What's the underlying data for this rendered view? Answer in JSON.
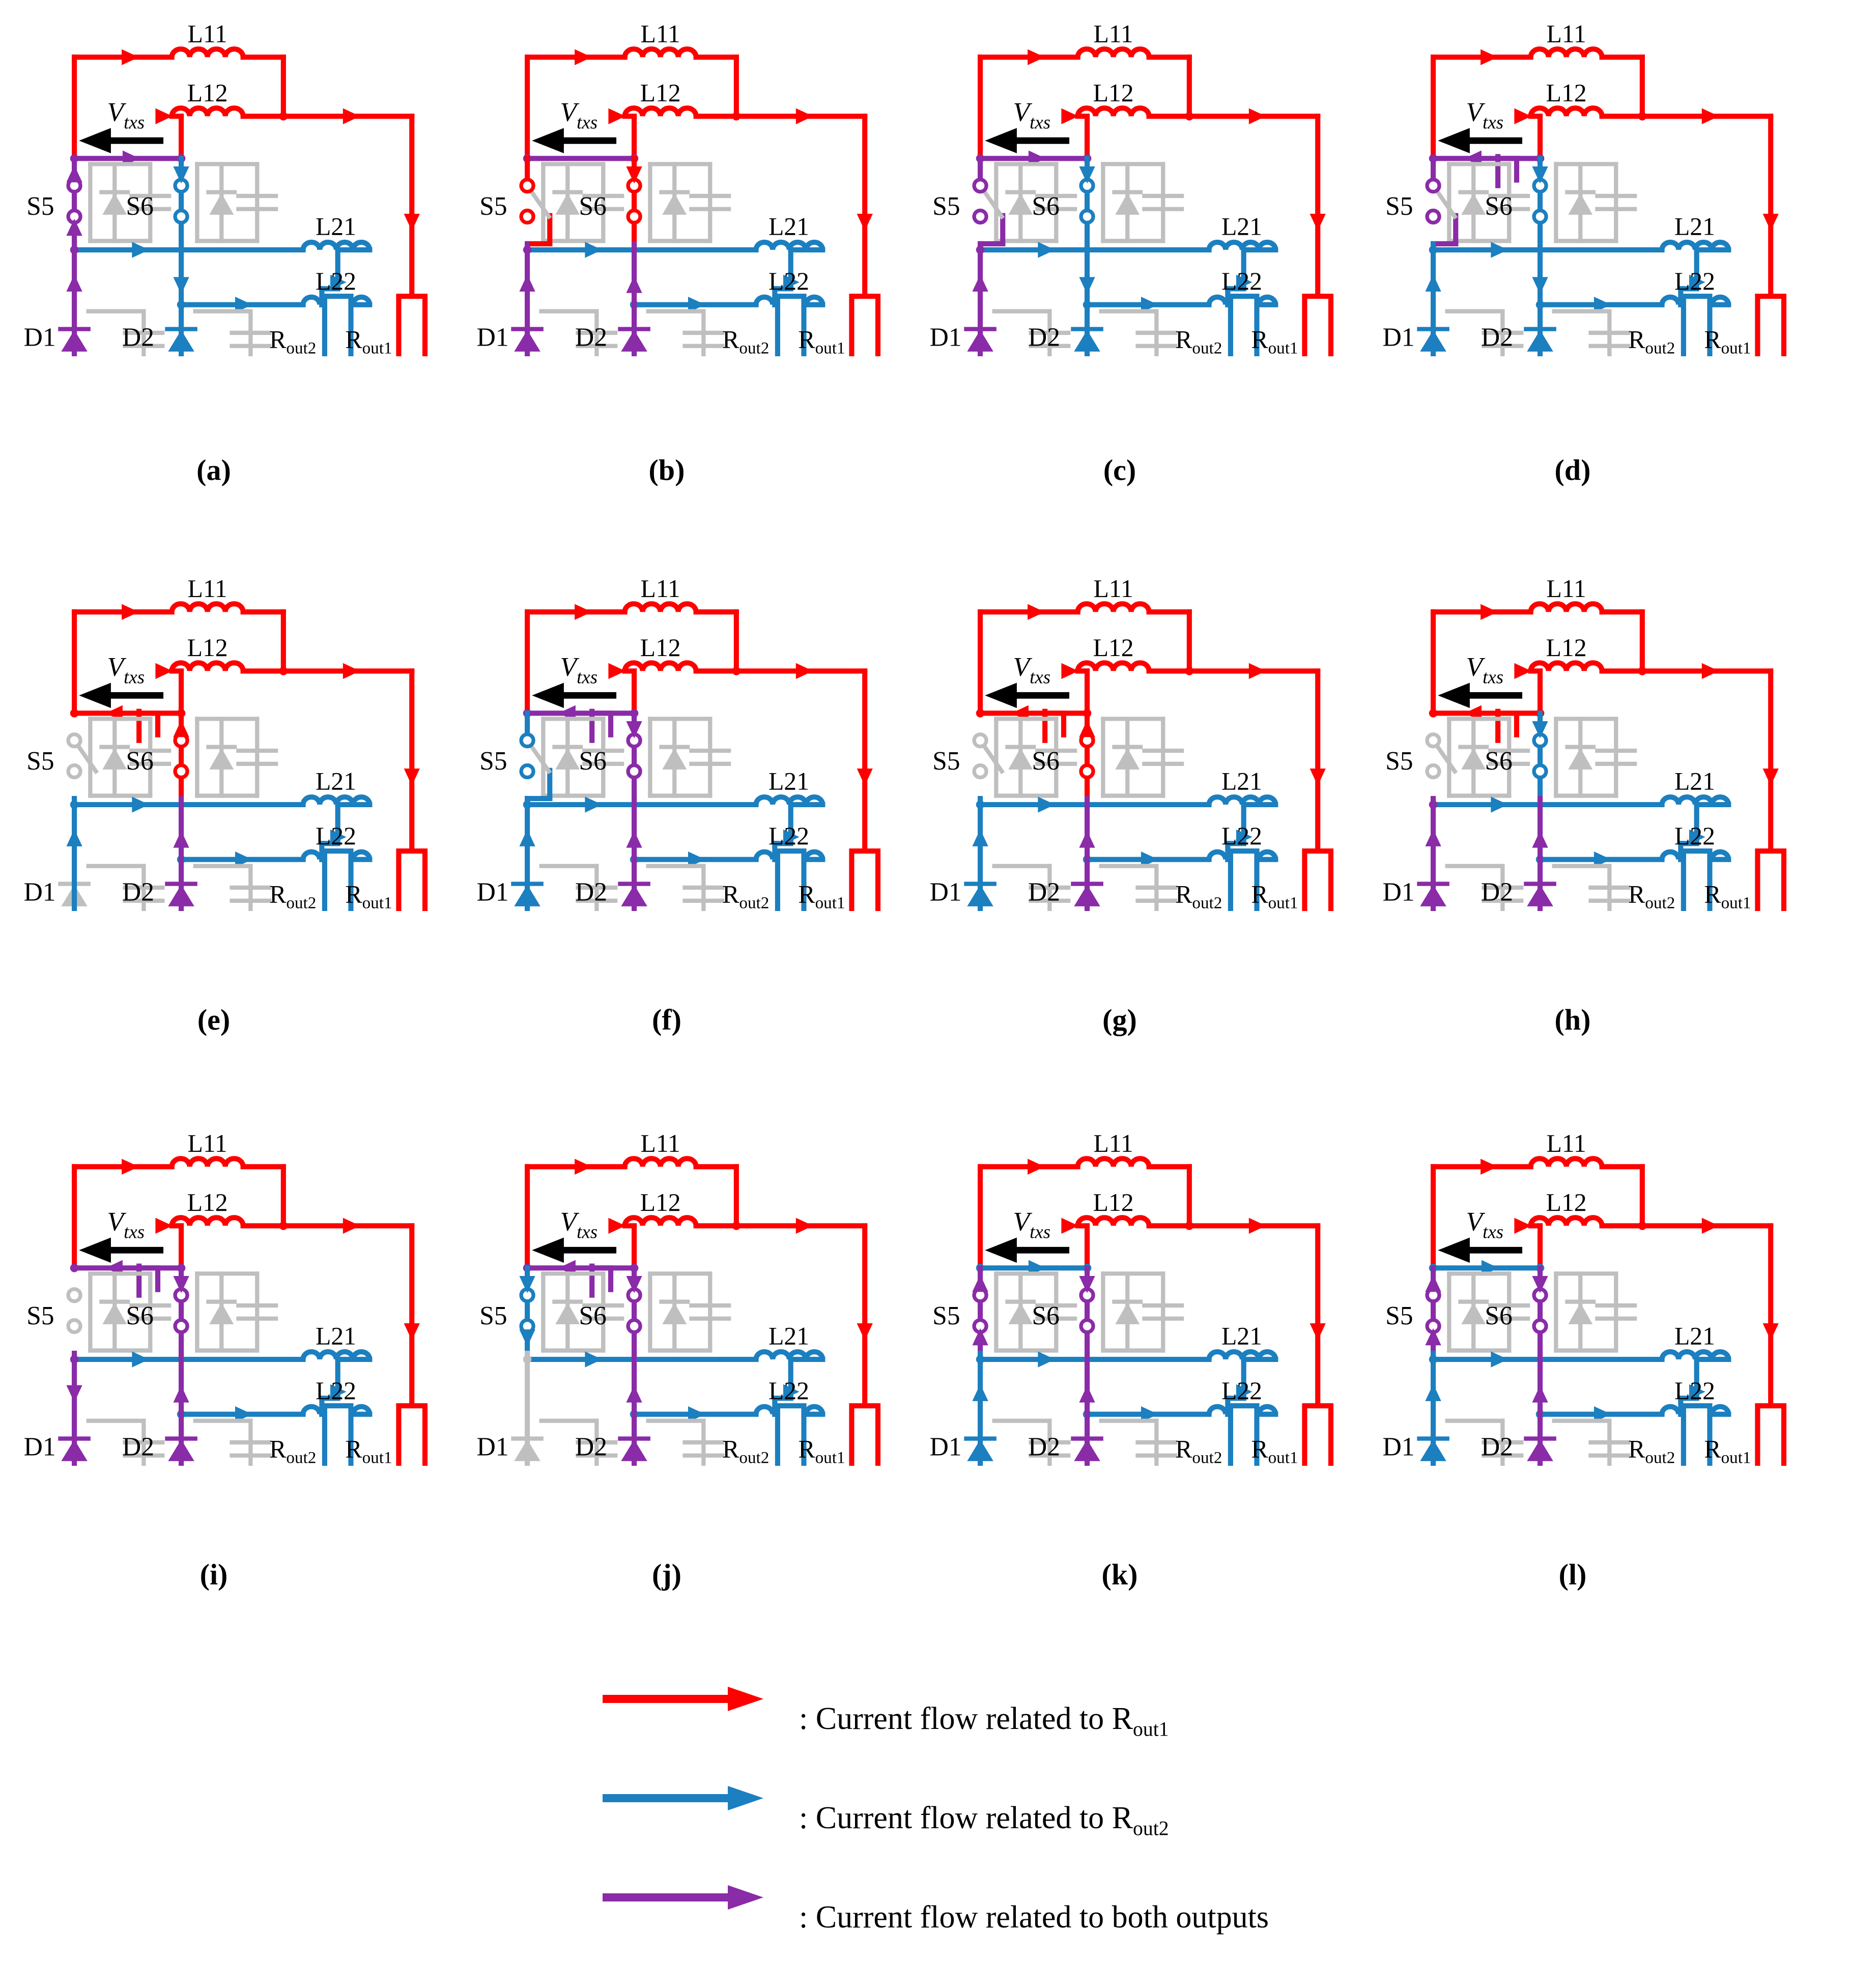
{
  "colors": {
    "red": "#FF0000",
    "blue": "#1B7FC0",
    "purple": "#8A2BA8",
    "gray": "#BFBFBF",
    "black": "#000000",
    "background": "#FFFFFF"
  },
  "labels": {
    "L11": "L11",
    "L12": "L12",
    "L21": "L21",
    "L22": "L22",
    "S5": "S5",
    "S6": "S6",
    "D1": "D1",
    "D2": "D2",
    "Rout1": "R",
    "Rout1_sub": "out1",
    "Rout2": "R",
    "Rout2_sub": "out2",
    "Vtxs": "V",
    "Vtxs_sub": "txs"
  },
  "captions": [
    "(a)",
    "(b)",
    "(c)",
    "(d)",
    "(e)",
    "(f)",
    "(g)",
    "(h)",
    "(i)",
    "(j)",
    "(k)",
    "(l)"
  ],
  "legend": [
    {
      "arrow_color": "#FF0000",
      "text": "Current flow related to R",
      "sub": "out1",
      "prefix": ": "
    },
    {
      "arrow_color": "#1B7FC0",
      "text": "Current flow related to R",
      "sub": "out2",
      "prefix": ": "
    },
    {
      "arrow_color": "#8A2BA8",
      "text": "Current flow related to both outputs",
      "sub": "",
      "prefix": ": "
    }
  ],
  "panels": [
    {
      "id": "a",
      "caption": "(a)",
      "primary_top_color": "#FF0000",
      "s5_state": "closed",
      "s5_color": "#8A2BA8",
      "s6_state": "closed",
      "s6_color": "#1B7FC0",
      "d1_color": "#8A2BA8",
      "d2_color": "#1B7FC0",
      "left_rail_color": "#8A2BA8",
      "bottom_rail_color": "#8A2BA8",
      "mid_bus_color": "#1B7FC0",
      "source_symbol": "none",
      "rout1_color": "#FF0000",
      "rout2_color": "#1B7FC0"
    },
    {
      "id": "b",
      "caption": "(b)",
      "primary_top_color": "#FF0000",
      "s5_state": "open",
      "s5_color": "#FF0000",
      "s6_state": "open",
      "s6_color": "#FF0000",
      "d1_color": "#8A2BA8",
      "d2_color": "#8A2BA8",
      "left_rail_color": "#8A2BA8",
      "bottom_rail_color": "#8A2BA8",
      "mid_bus_color": "#1B7FC0",
      "source_symbol": "none",
      "rout1_color": "#FF0000",
      "rout2_color": "#1B7FC0"
    },
    {
      "id": "c",
      "caption": "(c)",
      "primary_top_color": "#FF0000",
      "s5_state": "open",
      "s5_color": "#8A2BA8",
      "s6_state": "closed",
      "s6_color": "#1B7FC0",
      "d1_color": "#8A2BA8",
      "d2_color": "#1B7FC0",
      "left_rail_color": "#8A2BA8",
      "bottom_rail_color": "#8A2BA8",
      "mid_bus_color": "#1B7FC0",
      "source_symbol": "none",
      "rout1_color": "#FF0000",
      "rout2_color": "#1B7FC0"
    },
    {
      "id": "d",
      "caption": "(d)",
      "primary_top_color": "#FF0000",
      "s5_state": "open",
      "s5_color": "#8A2BA8",
      "s6_state": "closed",
      "s6_color": "#1B7FC0",
      "d1_color": "#1B7FC0",
      "d2_color": "#1B7FC0",
      "left_rail_color": "#1B7FC0",
      "bottom_rail_color": "#8A2BA8",
      "mid_bus_color": "#1B7FC0",
      "source_symbol": "capacitor",
      "source_color": "#8A2BA8",
      "rout1_color": "#FF0000",
      "rout2_color": "#1B7FC0"
    },
    {
      "id": "e",
      "caption": "(e)",
      "primary_top_color": "#FF0000",
      "s5_state": "open",
      "s5_color": "#BFBFBF",
      "s6_state": "closed",
      "s6_color": "#FF0000",
      "d1_color": "#BFBFBF",
      "d2_color": "#8A2BA8",
      "left_rail_color": "#1B7FC0",
      "bottom_rail_color": "#8A2BA8",
      "mid_bus_color": "#1B7FC0",
      "source_symbol": "capacitor",
      "source_color": "#FF0000",
      "rout1_color": "#FF0000",
      "rout2_color": "#1B7FC0"
    },
    {
      "id": "f",
      "caption": "(f)",
      "primary_top_color": "#FF0000",
      "s5_state": "open",
      "s5_color": "#1B7FC0",
      "s6_state": "closed",
      "s6_color": "#8A2BA8",
      "d1_color": "#1B7FC0",
      "d2_color": "#8A2BA8",
      "left_rail_color": "#1B7FC0",
      "bottom_rail_color": "#8A2BA8",
      "mid_bus_color": "#1B7FC0",
      "source_symbol": "capacitor",
      "source_color": "#8A2BA8",
      "rout1_color": "#FF0000",
      "rout2_color": "#1B7FC0"
    },
    {
      "id": "g",
      "caption": "(g)",
      "primary_top_color": "#FF0000",
      "s5_state": "open",
      "s5_color": "#BFBFBF",
      "s6_state": "closed",
      "s6_color": "#FF0000",
      "d1_color": "#1B7FC0",
      "d2_color": "#8A2BA8",
      "left_rail_color": "#1B7FC0",
      "bottom_rail_color": "#8A2BA8",
      "mid_bus_color": "#1B7FC0",
      "source_symbol": "capacitor",
      "source_color": "#FF0000",
      "rout1_color": "#FF0000",
      "rout2_color": "#1B7FC0"
    },
    {
      "id": "h",
      "caption": "(h)",
      "primary_top_color": "#FF0000",
      "s5_state": "open",
      "s5_color": "#BFBFBF",
      "s6_state": "closed",
      "s6_color": "#1B7FC0",
      "d1_color": "#8A2BA8",
      "d2_color": "#8A2BA8",
      "left_rail_color": "#8A2BA8",
      "bottom_rail_color": "#8A2BA8",
      "mid_bus_color": "#1B7FC0",
      "source_symbol": "capacitor",
      "source_color": "#FF0000",
      "rout1_color": "#FF0000",
      "rout2_color": "#1B7FC0"
    },
    {
      "id": "i",
      "caption": "(i)",
      "primary_top_color": "#FF0000",
      "s5_state": "closed",
      "s5_color": "#BFBFBF",
      "s6_state": "closed",
      "s6_color": "#8A2BA8",
      "d1_color": "#8A2BA8",
      "d2_color": "#8A2BA8",
      "left_rail_color": "#8A2BA8",
      "bottom_rail_color": "#8A2BA8",
      "mid_bus_color": "#1B7FC0",
      "source_symbol": "capacitor",
      "source_color": "#8A2BA8",
      "rout1_color": "#FF0000",
      "rout2_color": "#1B7FC0"
    },
    {
      "id": "j",
      "caption": "(j)",
      "primary_top_color": "#FF0000",
      "s5_state": "closed",
      "s5_color": "#1B7FC0",
      "s6_state": "closed",
      "s6_color": "#8A2BA8",
      "d1_color": "#BFBFBF",
      "d2_color": "#8A2BA8",
      "left_rail_color": "#BFBFBF",
      "bottom_rail_color": "#8A2BA8",
      "mid_bus_color": "#1B7FC0",
      "source_symbol": "capacitor",
      "source_color": "#8A2BA8",
      "rout1_color": "#FF0000",
      "rout2_color": "#1B7FC0"
    },
    {
      "id": "k",
      "caption": "(k)",
      "primary_top_color": "#FF0000",
      "s5_state": "closed",
      "s5_color": "#8A2BA8",
      "s6_state": "closed",
      "s6_color": "#8A2BA8",
      "d1_color": "#1B7FC0",
      "d2_color": "#8A2BA8",
      "left_rail_color": "#1B7FC0",
      "bottom_rail_color": "#8A2BA8",
      "mid_bus_color": "#1B7FC0",
      "source_symbol": "none",
      "rout1_color": "#FF0000",
      "rout2_color": "#1B7FC0"
    },
    {
      "id": "l",
      "caption": "(l)",
      "primary_top_color": "#FF0000",
      "s5_state": "closed",
      "s5_color": "#8A2BA8",
      "s6_state": "closed",
      "s6_color": "#8A2BA8",
      "d1_color": "#1B7FC0",
      "d2_color": "#8A2BA8",
      "left_rail_color": "#1B7FC0",
      "bottom_rail_color": "#8A2BA8",
      "mid_bus_color": "#1B7FC0",
      "source_symbol": "none",
      "rout1_color": "#FF0000",
      "rout2_color": "#1B7FC0"
    }
  ]
}
